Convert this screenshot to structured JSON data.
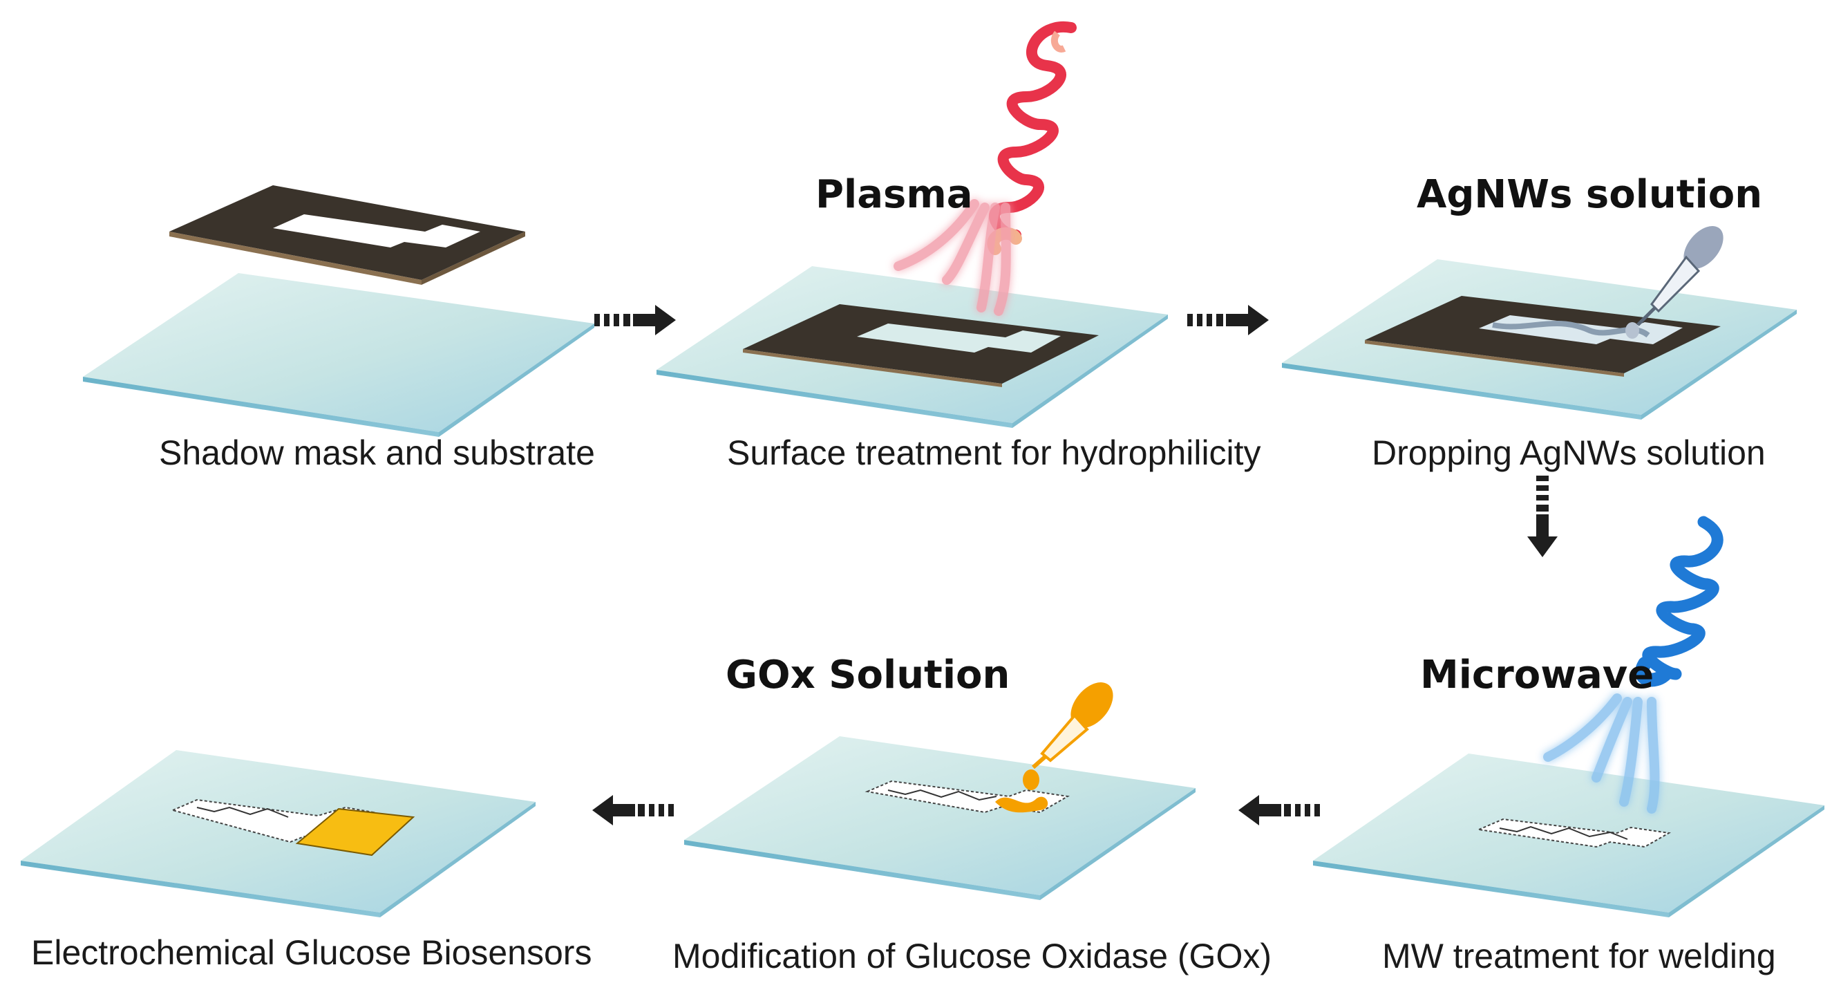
{
  "labels": {
    "plasma": "Plasma",
    "agnws_solution": "AgNWs solution",
    "microwave": "Microwave",
    "gox_solution": "GOx Solution"
  },
  "captions": {
    "step1": "Shadow mask  and substrate",
    "step2": "Surface treatment for hydrophilicity",
    "step3": "Dropping AgNWs solution",
    "step4": "MW treatment for welding",
    "step5": "Modification  of Glucose Oxidase (GOx)",
    "step6": "Electrochemical Glucose Biosensors"
  },
  "colors": {
    "substrate_top": "#c9e6e6",
    "substrate_bottom": "#9fd0df",
    "mask": "#3a332b",
    "plasma": "#e8334a",
    "microwave": "#1f7ad6",
    "gox": "#f5a000",
    "electrode_pad": "#f7bd12",
    "arrow": "#1e1e1e"
  },
  "icons": [
    "plasma-coil-icon",
    "microwave-coil-icon",
    "pipette-icon",
    "flow-arrow-icon"
  ]
}
